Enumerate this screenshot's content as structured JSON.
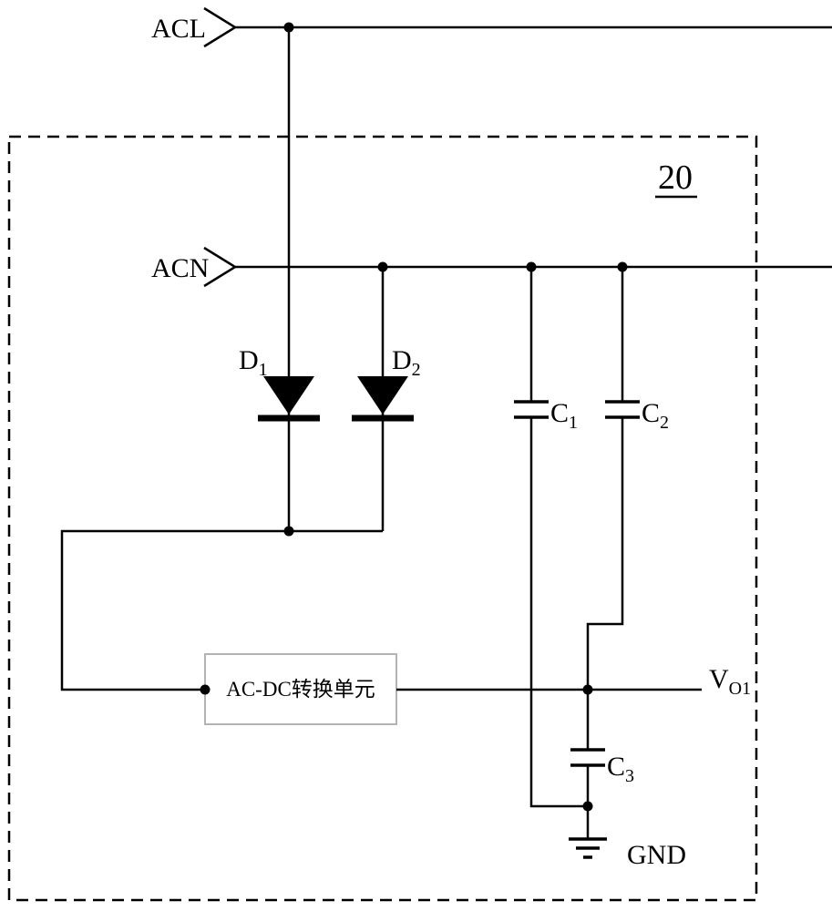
{
  "diagram": {
    "block_number": "20",
    "inputs": {
      "acl": "ACL",
      "acn": "ACN"
    },
    "components": {
      "d1": {
        "base": "D",
        "sub": "1"
      },
      "d2": {
        "base": "D",
        "sub": "2"
      },
      "c1": {
        "base": "C",
        "sub": "1"
      },
      "c2": {
        "base": "C",
        "sub": "2"
      },
      "c3": {
        "base": "C",
        "sub": "3"
      },
      "converter": {
        "label": "AC-DC转换单元"
      }
    },
    "outputs": {
      "vo1": {
        "base": "V",
        "sub": "O1"
      },
      "gnd": "GND"
    },
    "colors": {
      "wire": "#000000",
      "background": "#ffffff",
      "converter_border": "#b3b3b3"
    }
  }
}
